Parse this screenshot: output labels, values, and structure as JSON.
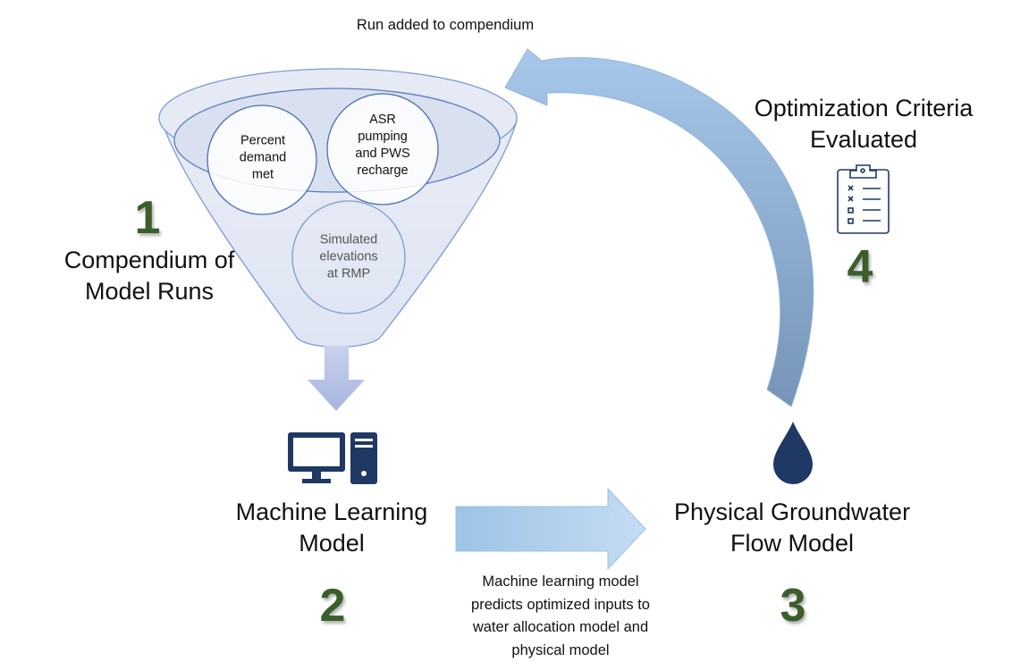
{
  "top_label": "Run added to compendium",
  "step1": {
    "number": "1",
    "title_lines": [
      "Compendium of",
      "Model Runs"
    ]
  },
  "funnel": {
    "items": [
      "Percent demand met",
      "ASR pumping and PWS recharge",
      "Simulated elevations at RMP"
    ],
    "item_lines": [
      [
        "Percent",
        "demand",
        "met"
      ],
      [
        "ASR",
        "pumping",
        "and PWS",
        "recharge"
      ],
      [
        "Simulated",
        "elevations",
        "at RMP"
      ]
    ]
  },
  "step2": {
    "number": "2",
    "title_lines": [
      "Machine Learning",
      "Model"
    ],
    "icon": "computer-icon"
  },
  "step3": {
    "number": "3",
    "title_lines": [
      "Physical Groundwater",
      "Flow Model"
    ],
    "icon": "water-drop-icon"
  },
  "step4": {
    "number": "4",
    "title_lines": [
      "Optimization Criteria",
      "Evaluated"
    ],
    "icon": "clipboard-checklist-icon"
  },
  "arrow_caption_lines": [
    "Machine learning model",
    "predicts optimized inputs to",
    "water allocation model and",
    "physical model"
  ],
  "colors": {
    "step_number": "#3b5e2b",
    "icon": "#1f3864",
    "funnel_stroke": "#7a9bd0",
    "funnel_fill": "#dde3f1",
    "arrow": "#9dc3e6"
  }
}
